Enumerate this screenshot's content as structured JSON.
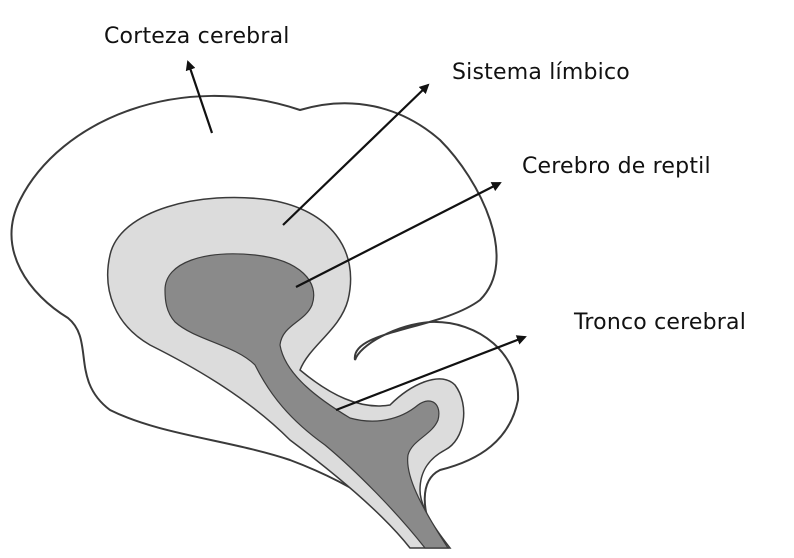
{
  "labels": {
    "corteza": "Corteza cerebral",
    "limbico": "Sistema límbico",
    "reptil": "Cerebro de reptil",
    "tronco": "Tronco cerebral"
  },
  "colors": {
    "background": "#ffffff",
    "outline": "#3a3a3a",
    "limbic_fill": "#dcdcdc",
    "reptile_fill": "#8a8a8a",
    "arrow": "#111111"
  }
}
